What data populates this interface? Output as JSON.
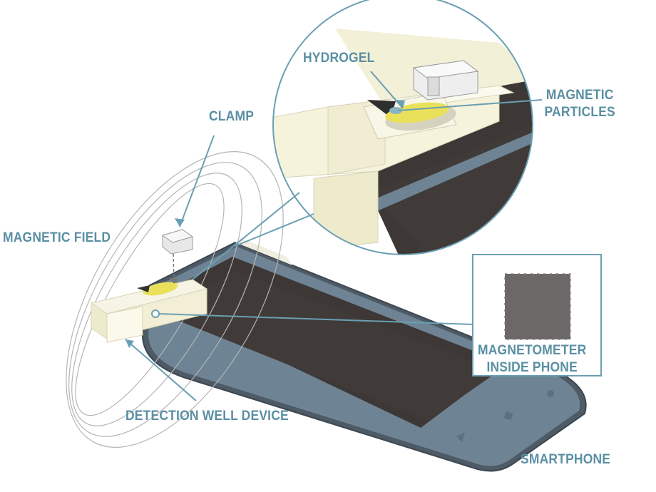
{
  "labels": {
    "hydrogel": "HYDROGEL",
    "magnetic_particles_line1": "MAGNETIC",
    "magnetic_particles_line2": "PARTICLES",
    "clamp": "CLAMP",
    "magnetic_field": "MAGNETIC  FIELD",
    "magnetometer_line1": "MAGNETOMETER",
    "magnetometer_line2": "INSIDE PHONE",
    "detection_well_device": "DETECTION WELL DEVICE",
    "smartphone": "SMARTPHONE"
  },
  "colors": {
    "label_text": "#5a8fa3",
    "callout_line": "#6a9fb3",
    "phone_screen": "#3d3836",
    "phone_frame": "#55636f",
    "hydrogel": "#e9e15a",
    "device_body": "#f3f0d8",
    "chip": "#6d6868"
  },
  "icons": [
    "clamp-icon",
    "magnetometer-chip-icon",
    "smartphone-icon",
    "detection-well-icon",
    "magnetic-field-lines"
  ]
}
